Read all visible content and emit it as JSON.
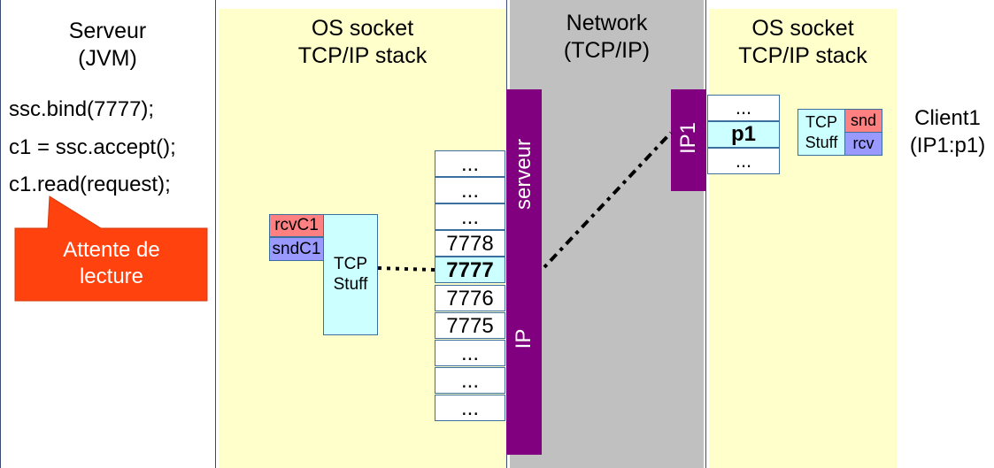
{
  "server": {
    "title_line1": "Serveur",
    "title_line2": "(JVM)",
    "code": [
      "ssc.bind(7777);",
      "c1 = ssc.accept();",
      "c1.read(request);"
    ],
    "callout_line1": "Attente de",
    "callout_line2": "lecture"
  },
  "server_os": {
    "title_line1": "OS socket",
    "title_line2": "TCP/IP stack",
    "buffer_rcv": "rcvC1",
    "buffer_snd": "sndC1",
    "tcp_line1": "TCP",
    "tcp_line2": "Stuff",
    "ports": [
      "...",
      "...",
      "...",
      "7778",
      "7777",
      "7776",
      "7775",
      "...",
      "...",
      "..."
    ],
    "highlighted_port": "7777"
  },
  "network": {
    "title_line1": "Network",
    "title_line2": "(TCP/IP)",
    "server_bar_top": "serveur",
    "server_bar_bottom": "IP",
    "client_bar": "IP1"
  },
  "client_os": {
    "title_line1": "OS socket",
    "title_line2": "TCP/IP stack",
    "ports": [
      "...",
      "p1",
      "..."
    ],
    "tcp_line1": "TCP",
    "tcp_line2": "Stuff",
    "buffer_snd": "snd",
    "buffer_rcv": "rcv"
  },
  "client": {
    "title_line1": "Client1",
    "title_line2": "(IP1:p1)"
  },
  "colors": {
    "yellow_panel": "#ffffcc",
    "network_gray": "#c0c0c0",
    "bar_purple": "#800080",
    "callout_red": "#ff420e",
    "rcv_red": "#ff8080",
    "snd_blue": "#9999ff",
    "cyan": "#ccffff"
  }
}
